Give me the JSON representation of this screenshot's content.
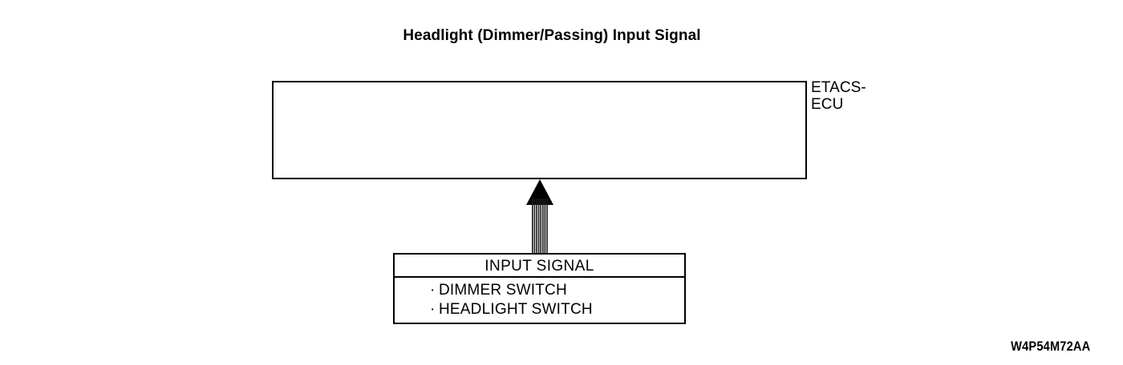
{
  "diagram": {
    "title": "Headlight (Dimmer/Passing) Input Signal",
    "figure_code": "W4P54M72AA",
    "background_color": "#ffffff",
    "line_color": "#000000"
  },
  "ecu": {
    "label_line1": "ETACS-",
    "label_line2": "ECU",
    "label_full": "ETACS-ECU",
    "contents": ""
  },
  "connector": {
    "type": "wire-bundle-arrow",
    "direction": "up",
    "wire_count": 8,
    "from": "INPUT SIGNAL",
    "to": "ETACS-ECU"
  },
  "input_signal_box": {
    "header": "INPUT SIGNAL",
    "bullet": "·",
    "items": [
      {
        "label": "DIMMER SWITCH"
      },
      {
        "label": "HEADLIGHT SWITCH"
      }
    ]
  }
}
